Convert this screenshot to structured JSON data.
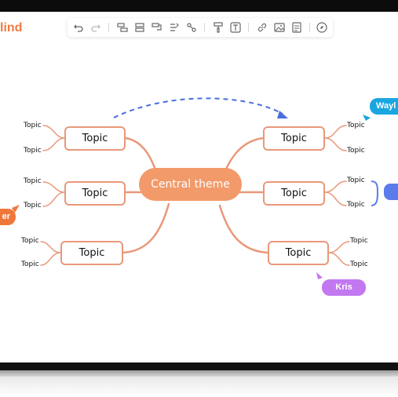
{
  "app": {
    "logo_text": "lind"
  },
  "toolbar": {
    "icons": [
      "undo-icon",
      "redo-icon",
      "insert-topic-icon",
      "insert-subtopic-icon",
      "insert-parent-icon",
      "relationship-icon",
      "summary-icon",
      "format-painter-icon",
      "text-style-icon",
      "link-icon",
      "image-icon",
      "note-icon",
      "explore-icon"
    ]
  },
  "mindmap": {
    "central": "Central theme",
    "left_topics": [
      {
        "label": "Topic",
        "children": [
          "Topic",
          "Topic"
        ]
      },
      {
        "label": "Topic",
        "children": [
          "Topic",
          "Topic"
        ]
      },
      {
        "label": "Topic",
        "children": [
          "Topic",
          "Topic"
        ]
      }
    ],
    "right_topics": [
      {
        "label": "Topic",
        "children": [
          "Topic",
          "Topic"
        ]
      },
      {
        "label": "Topic",
        "children": [
          "Topic",
          "Topic"
        ]
      },
      {
        "label": "Topic",
        "children": [
          "Topic",
          "Topic"
        ]
      }
    ]
  },
  "collaborators": [
    {
      "name": "Wayl",
      "color": "#1aa6e0"
    },
    {
      "name": "er",
      "color": "#f0773a"
    },
    {
      "name": "Kris",
      "color": "#c278f0"
    }
  ],
  "colors": {
    "branch": "#e9987a",
    "central_fill": "#f29a6a",
    "relationship": "#4a6ee0",
    "summary_bracket": "#5b7bea"
  }
}
